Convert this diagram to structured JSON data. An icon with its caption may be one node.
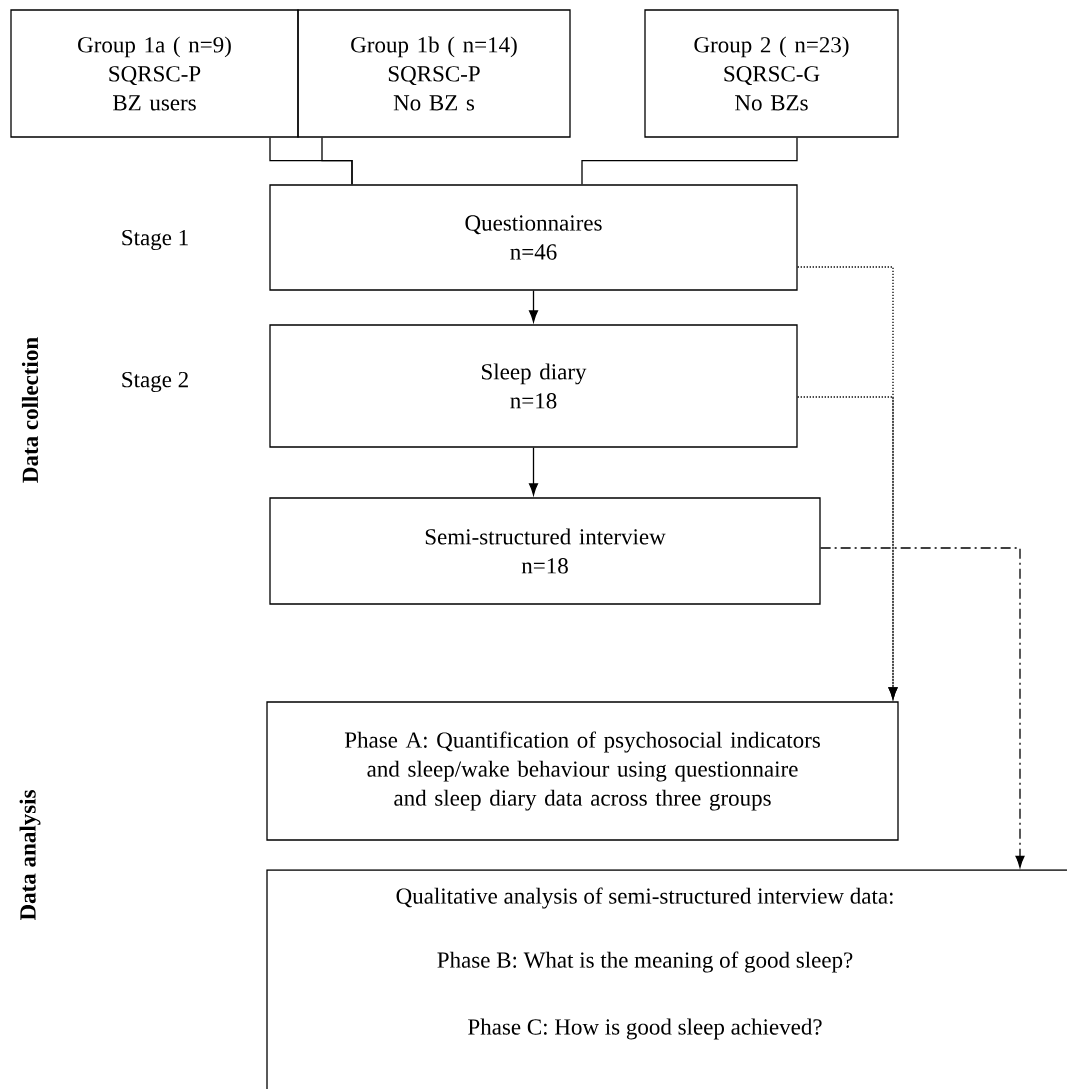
{
  "diagram": {
    "nodes": [
      {
        "text": [
          "Group 1a ( n=9)",
          "SQRSC-P",
          "BZ users"
        ]
      },
      {
        "text": [
          "Group 1b ( n=14)",
          "SQRSC-P",
          "No BZ s"
        ]
      },
      {
        "text": [
          "Group 2 ( n=23)",
          "SQRSC-G",
          "No BZs"
        ]
      },
      {
        "text": [
          "Questionnaires",
          "n=46"
        ]
      },
      {
        "text": [
          "Sleep diary",
          "n=18"
        ]
      },
      {
        "text": [
          "Semi-structured interview",
          "n=18"
        ]
      },
      {
        "text": [
          "Phase A: Quantification of psychosocial indicators and sleep/wake behaviour using questionnaire and sleep diary data across three groups"
        ]
      },
      {
        "text": [
          "Qualitative analysis of semi-structured interview data:",
          "Phase B: What is the meaning of good sleep?",
          "Phase C: How is good sleep achieved?"
        ]
      }
    ],
    "edges": [
      {
        "from": 0,
        "to": 3,
        "arrow": "none"
      },
      {
        "from": 1,
        "to": 3,
        "arrow": "none"
      },
      {
        "from": 2,
        "to": 3,
        "arrow": "none"
      },
      {
        "from": 3,
        "to": 4,
        "arrow": "to"
      },
      {
        "from": 4,
        "to": 5,
        "arrow": "to"
      },
      {
        "from": 3,
        "to": 6,
        "arrow": "to",
        "style": "dashed"
      },
      {
        "from": 4,
        "to": 6,
        "arrow": "to",
        "style": "dashed"
      },
      {
        "from": 5,
        "to": 7,
        "arrow": "to",
        "style": "dashed"
      }
    ],
    "labels": [
      "Stage 1",
      "Stage 2",
      "Data collection",
      "Data analysis"
    ]
  }
}
